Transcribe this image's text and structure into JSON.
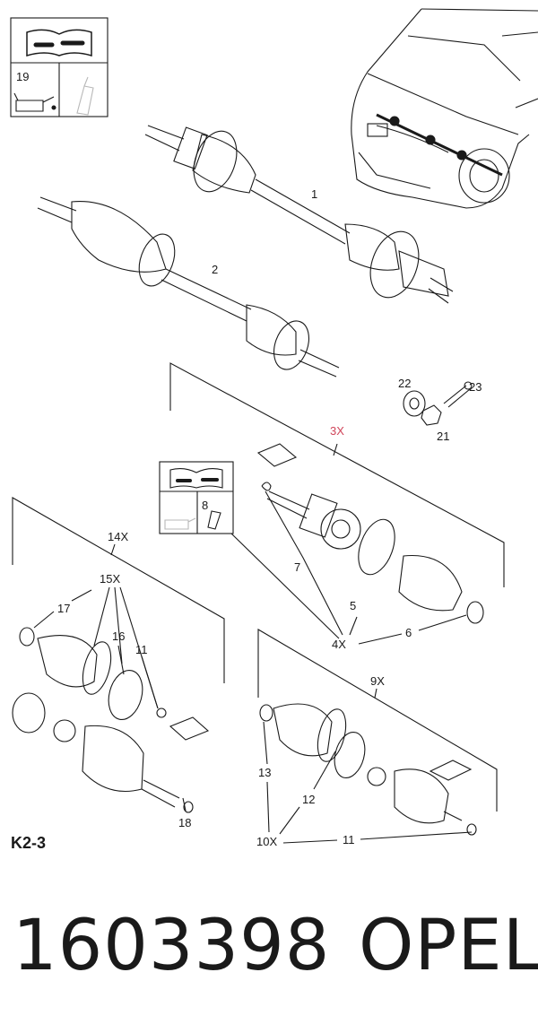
{
  "labels": {
    "l1": "1",
    "l2": "2",
    "l3x": "3X",
    "l4x": "4X",
    "l5": "5",
    "l6": "6",
    "l7": "7",
    "l8": "8",
    "l9x": "9X",
    "l10x": "10X",
    "l11a": "11",
    "l11b": "11",
    "l12": "12",
    "l13": "13",
    "l14x": "14X",
    "l15x": "15X",
    "l16": "16",
    "l17": "17",
    "l18": "18",
    "l19": "19",
    "l21": "21",
    "l22": "22",
    "l23": "23"
  },
  "section_code": "K2-3",
  "footer": {
    "part_number": "1603398",
    "brand": "OPEL"
  },
  "colors": {
    "line": "#1a1a1a",
    "highlight": "#d0455a"
  }
}
